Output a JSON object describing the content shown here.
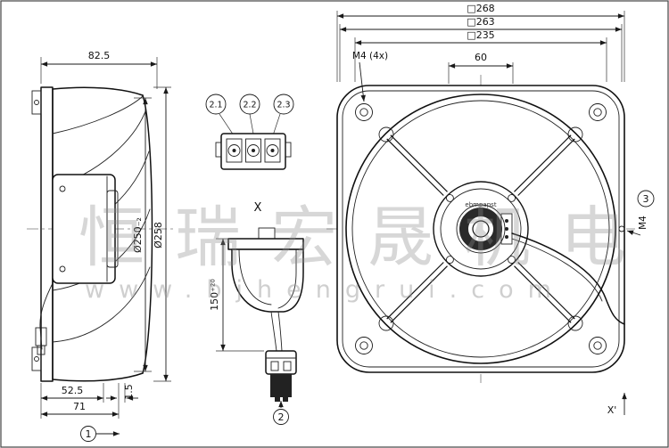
{
  "watermark": {
    "cn": "恒瑞宏晟机电",
    "url": "www.bjhengrui.com"
  },
  "side_view": {
    "dim_depth": "82.5",
    "dim_blade_dia": "Ø250₋₂",
    "dim_outer_dia": "Ø258",
    "dim_plate": "52.5",
    "dim_total": "71",
    "dim_gap": "1.5",
    "ref": "1"
  },
  "connector": {
    "pin1": "2.1",
    "pin2": "2.2",
    "pin3": "2.3",
    "view_label": "X",
    "cable_length": "150⁺²⁰",
    "ref": "2"
  },
  "front_view": {
    "dim_outer": "□268",
    "dim_mid": "□263",
    "dim_holes": "□235",
    "thread_note": "M4 (4x)",
    "dim_top": "60",
    "side_thread": "M4",
    "ref": "3",
    "section_label": "X'",
    "hub_brand": "ebmpapst"
  }
}
